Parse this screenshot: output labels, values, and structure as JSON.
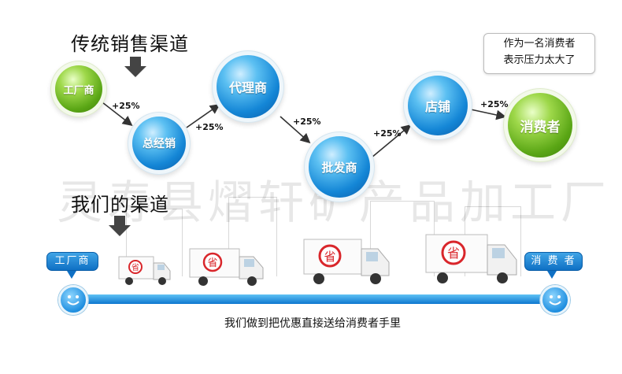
{
  "traditional": {
    "title": "传统销售渠道",
    "nodes": {
      "factory": "工厂商",
      "distributor": "总经销",
      "agent": "代理商",
      "wholesaler": "批发商",
      "store": "店铺",
      "consumer": "消费者"
    },
    "markups": [
      "+25%",
      "+25%",
      "+25%",
      "+25%",
      "+25%"
    ],
    "callout": {
      "line1": "作为一名消费者",
      "line2": "表示压力太大了"
    }
  },
  "ours": {
    "title": "我们的渠道",
    "start_label": "工厂商",
    "end_label": "消 费 者",
    "truck_badge": "省",
    "caption": "我们做到把优惠直接送给消费者手里"
  },
  "watermark": "灵寿县熠轩矿产品加工厂",
  "colors": {
    "blue": "#1486d6",
    "green": "#5aa615",
    "badge_red": "#d9262b",
    "arrow": "#444444"
  }
}
